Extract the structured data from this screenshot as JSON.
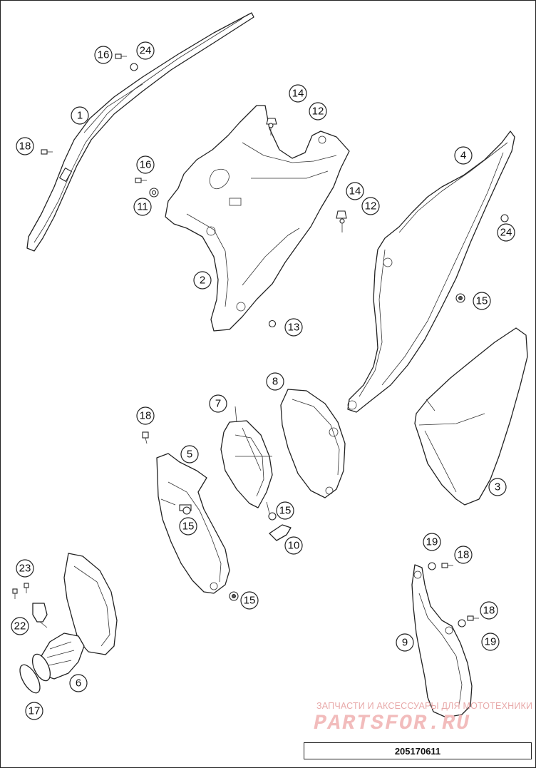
{
  "drawing_number": "205170611",
  "watermark": {
    "line1": "ЗАПЧАСТИ И АКСЕССУАРЫ ДЛЯ МОТОТЕХНИКИ",
    "line2": "PARTSFOR.RU"
  },
  "callouts": [
    {
      "id": "c1",
      "label": "1"
    },
    {
      "id": "c2",
      "label": "2"
    },
    {
      "id": "c3",
      "label": "3"
    },
    {
      "id": "c4",
      "label": "4"
    },
    {
      "id": "c5",
      "label": "5"
    },
    {
      "id": "c6",
      "label": "6"
    },
    {
      "id": "c7",
      "label": "7"
    },
    {
      "id": "c8",
      "label": "8"
    },
    {
      "id": "c9",
      "label": "9"
    },
    {
      "id": "c10",
      "label": "10"
    },
    {
      "id": "c11",
      "label": "11"
    },
    {
      "id": "c12a",
      "label": "12"
    },
    {
      "id": "c12b",
      "label": "12"
    },
    {
      "id": "c13",
      "label": "13"
    },
    {
      "id": "c14a",
      "label": "14"
    },
    {
      "id": "c14b",
      "label": "14"
    },
    {
      "id": "c15a",
      "label": "15"
    },
    {
      "id": "c15b",
      "label": "15"
    },
    {
      "id": "c15c",
      "label": "15"
    },
    {
      "id": "c15d",
      "label": "15"
    },
    {
      "id": "c16a",
      "label": "16"
    },
    {
      "id": "c16b",
      "label": "16"
    },
    {
      "id": "c17",
      "label": "17"
    },
    {
      "id": "c18a",
      "label": "18"
    },
    {
      "id": "c18b",
      "label": "18"
    },
    {
      "id": "c18c",
      "label": "18"
    },
    {
      "id": "c18d",
      "label": "18"
    },
    {
      "id": "c19a",
      "label": "19"
    },
    {
      "id": "c19b",
      "label": "19"
    },
    {
      "id": "c22",
      "label": "22"
    },
    {
      "id": "c23",
      "label": "23"
    },
    {
      "id": "c24a",
      "label": "24"
    },
    {
      "id": "c24b",
      "label": "24"
    }
  ]
}
